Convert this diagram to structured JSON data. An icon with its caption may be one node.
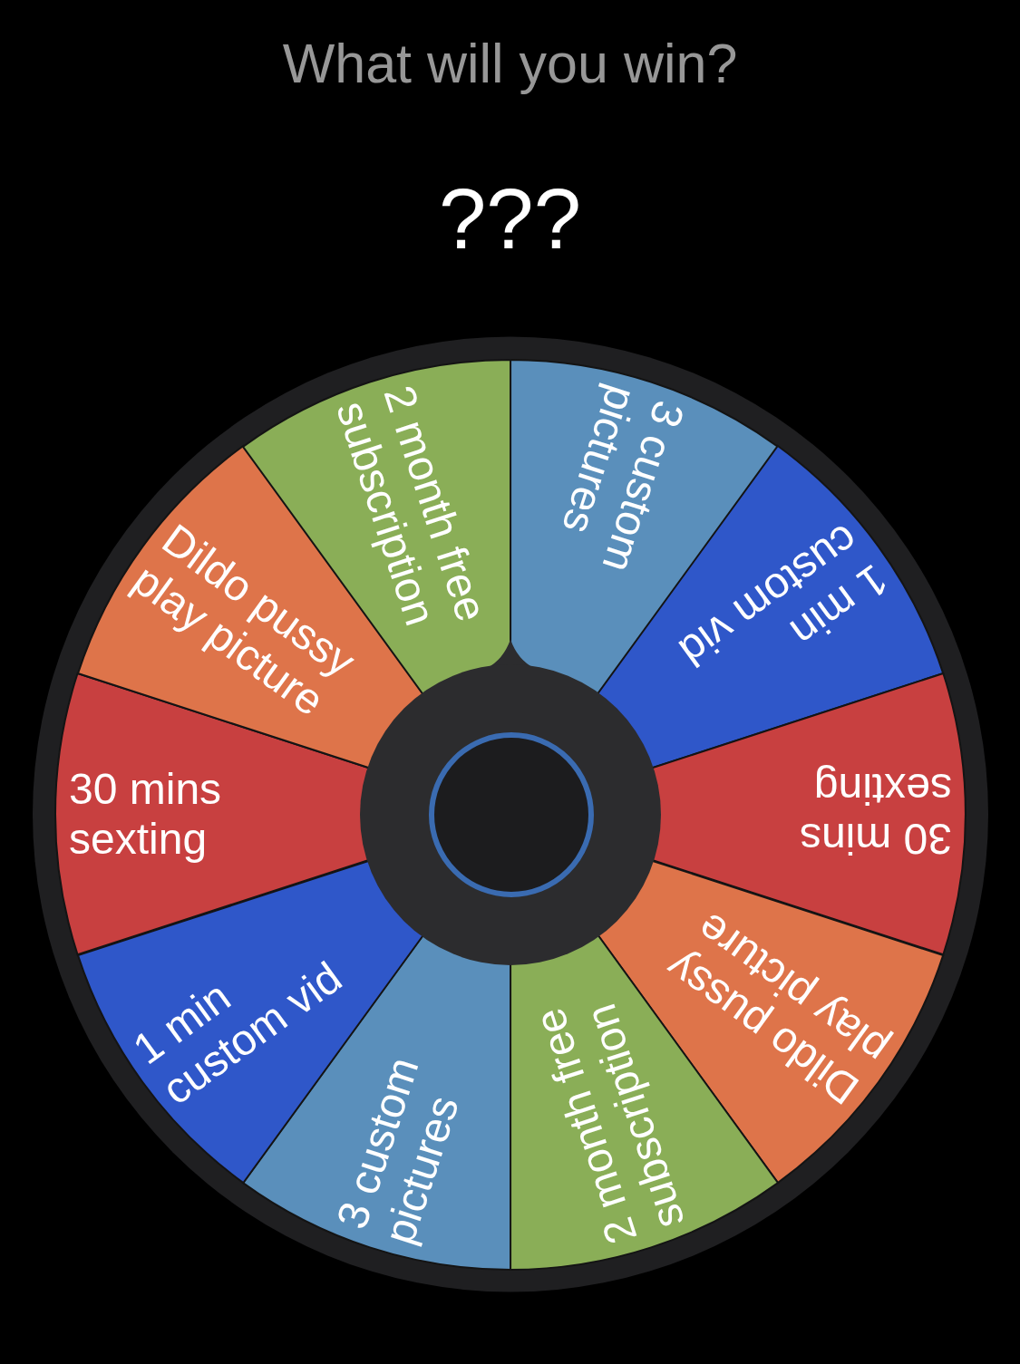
{
  "diagram": {
    "title": "What will you win?",
    "nodes": [
      {
        "text": [
          "3 custom pictures"
        ]
      },
      {
        "text": [
          "1 min custom vid"
        ]
      },
      {
        "text": [
          "30 mins sexting"
        ]
      },
      {
        "text": [
          "Dildo pussy play picture"
        ]
      },
      {
        "text": [
          "2 month free subscription"
        ]
      },
      {
        "text": [
          "3 custom pictures"
        ]
      },
      {
        "text": [
          "1 min custom vid"
        ]
      },
      {
        "text": [
          "30 mins sexting"
        ]
      },
      {
        "text": [
          "Dildo pussy play picture"
        ]
      },
      {
        "text": [
          "2 month free subscription"
        ]
      }
    ],
    "labels": [
      "???"
    ]
  }
}
